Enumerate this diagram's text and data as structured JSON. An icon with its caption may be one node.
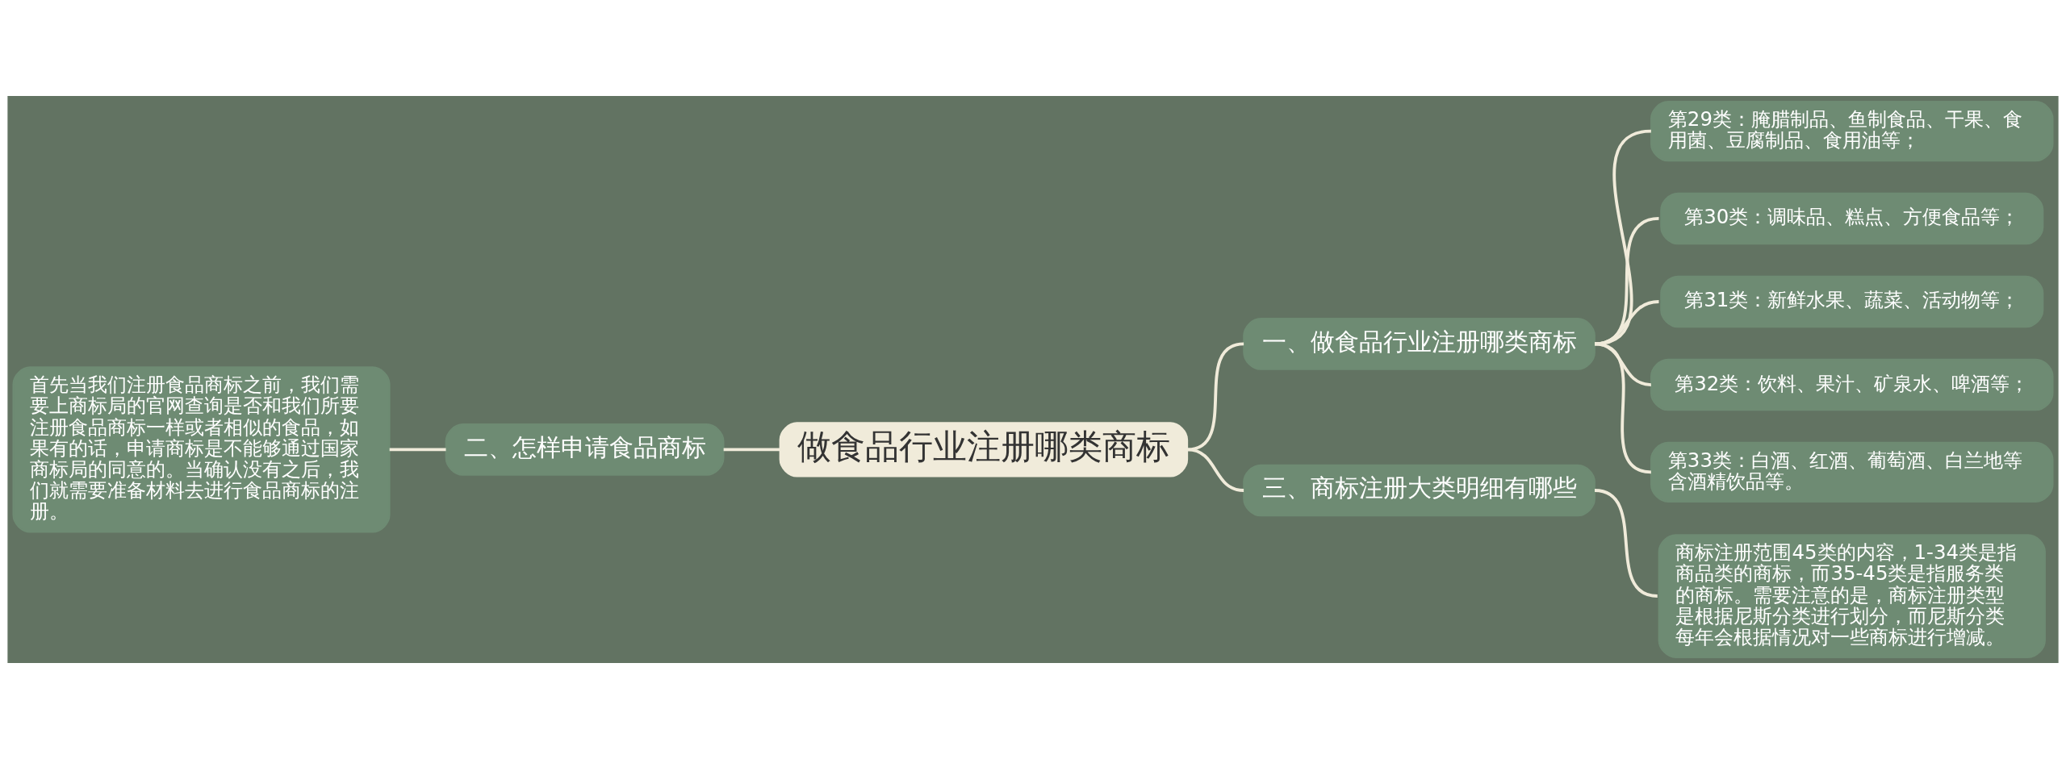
{
  "diagram": {
    "nodes": [
      {
        "text": [
          "首先当我们注册食品商标之前，我们需要上商标局的官网查询是否和我们所要注册食品商标一样或者相似的食品，如果有的话，申请商标是不能够通过国家商标局的同意的。当确认没有之后，我们就需要准备材料去进行食品商标的注册。"
        ]
      },
      {
        "text": [
          "二、怎样申请食品商标"
        ]
      },
      {
        "text": [
          "做食品行业注册哪类商标"
        ]
      },
      {
        "text": [
          "一、做食品行业注册哪类商标"
        ]
      },
      {
        "text": [
          "第29类：腌腊制品、鱼制食品、干果、食用菌、豆腐制品、食用油等；"
        ]
      },
      {
        "text": [
          "第30类：调味品、糕点、方便食品等；"
        ]
      },
      {
        "text": [
          "第31类：新鲜水果、蔬菜、活动物等；"
        ]
      },
      {
        "text": [
          "第32类：饮料、果汁、矿泉水、啤酒等；"
        ]
      },
      {
        "text": [
          "第33类：白酒、红酒、葡萄酒、白兰地等含酒精饮品等。"
        ]
      },
      {
        "text": [
          "三、商标注册大类明细有哪些"
        ]
      },
      {
        "text": [
          "商标注册范围45类的内容，1-34类是指商品类的商标，而35-45类是指服务类的商标。需要注意的是，商标注册类型是根据尼斯分类进行划分，而尼斯分类每年会根据情况对一些商标进行增减。"
        ]
      }
    ],
    "edges": [
      {
        "from": 0,
        "to": 1,
        "arrow": "none"
      },
      {
        "from": 1,
        "to": 2,
        "arrow": "none"
      },
      {
        "from": 2,
        "to": 3,
        "arrow": "none"
      },
      {
        "from": 3,
        "to": 4,
        "arrow": "none"
      },
      {
        "from": 3,
        "to": 5,
        "arrow": "none"
      },
      {
        "from": 3,
        "to": 6,
        "arrow": "none"
      },
      {
        "from": 3,
        "to": 7,
        "arrow": "none"
      },
      {
        "from": 3,
        "to": 8,
        "arrow": "none"
      },
      {
        "from": 2,
        "to": 9,
        "arrow": "none"
      },
      {
        "from": 9,
        "to": 10,
        "arrow": "none"
      }
    ]
  }
}
